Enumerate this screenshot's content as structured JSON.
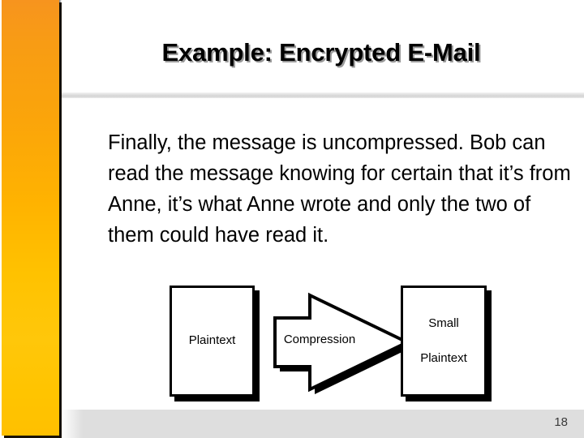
{
  "slide": {
    "title": "Example: Encrypted E-Mail",
    "body_text": "Finally, the message is uncompressed. Bob can read the message knowing for certain that it’s from Anne, it’s what Anne wrote and only the two of them could have read it.",
    "page_number": "18",
    "accent_color_top": "#f7941e",
    "accent_color_bottom": "#ffc200",
    "divider_color": "#dcdcdc",
    "footer_color": "#dedede",
    "title_shadow_color": "#9a9a9a"
  },
  "diagram": {
    "type": "flow",
    "shapes": [
      {
        "id": "plaintext",
        "kind": "rectangle",
        "label": "Plaintext"
      },
      {
        "id": "compression",
        "kind": "right-arrow",
        "label": "Compression"
      },
      {
        "id": "small-plaintext",
        "kind": "rectangle",
        "label_line1": "Small",
        "label_line2": "Plaintext"
      }
    ],
    "outline_color": "#000000",
    "fill_color": "#ffffff"
  }
}
